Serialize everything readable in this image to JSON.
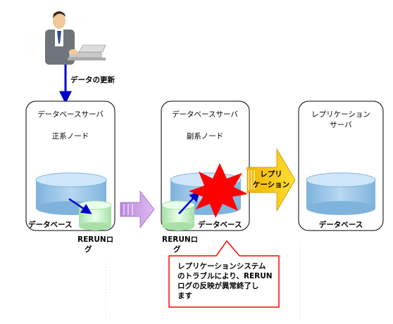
{
  "update_label": "データの更新",
  "primary": {
    "title": "データベースサーバ",
    "node": "正系ノード",
    "db_label": "データベース",
    "log_label": [
      "RERUNロ",
      "グ"
    ]
  },
  "secondary": {
    "title": "データベースサーバ",
    "node": "副系ノード",
    "db_label": "データベース",
    "log_label": [
      "RERUNロ",
      "グ"
    ]
  },
  "replica": {
    "title_lines": [
      "レプリケーション",
      "サーバ"
    ],
    "db_label": "データベース"
  },
  "replication_arrow": [
    "レプリ",
    "ケーション"
  ],
  "callout": [
    "レプリケーションシステム",
    "のトラブルにより、RERUN",
    "ログの反映が異常終了し",
    "ます"
  ],
  "colors": {
    "db_blue": "#99ccee",
    "log_green": "#ccffcc",
    "transfer_arrow": "#cc99ee",
    "replication_arrow": "#ffcc00",
    "explosion": "#ff0000",
    "callout_border": "#ff0000",
    "flow_arrow": "#0000cc"
  },
  "icons": [
    "person-at-laptop-icon",
    "explosion-icon"
  ]
}
